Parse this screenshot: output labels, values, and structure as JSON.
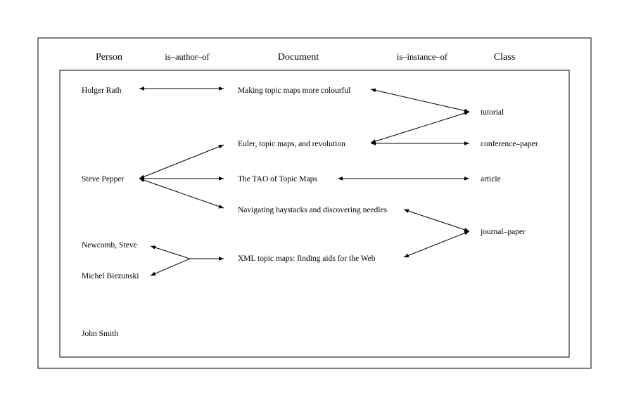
{
  "headers": {
    "person": "Person",
    "is_author_of": "is–author–of",
    "document": "Document",
    "is_instance_of": "is–instance–of",
    "class": "Class"
  },
  "persons": [
    "Holger Rath",
    "Steve Pepper",
    "Newcomb, Steve",
    "Michel Biezunski",
    "John Smith"
  ],
  "documents": [
    "Making topic maps more colourful",
    "Euler, topic maps, and revolution",
    "The TAO of Topic Maps",
    "Navigating haystacks and discovering needles",
    "XML topic maps: finding aids for the Web"
  ],
  "classes": [
    "tutorial",
    "conference–paper",
    "article",
    "journal–paper"
  ]
}
